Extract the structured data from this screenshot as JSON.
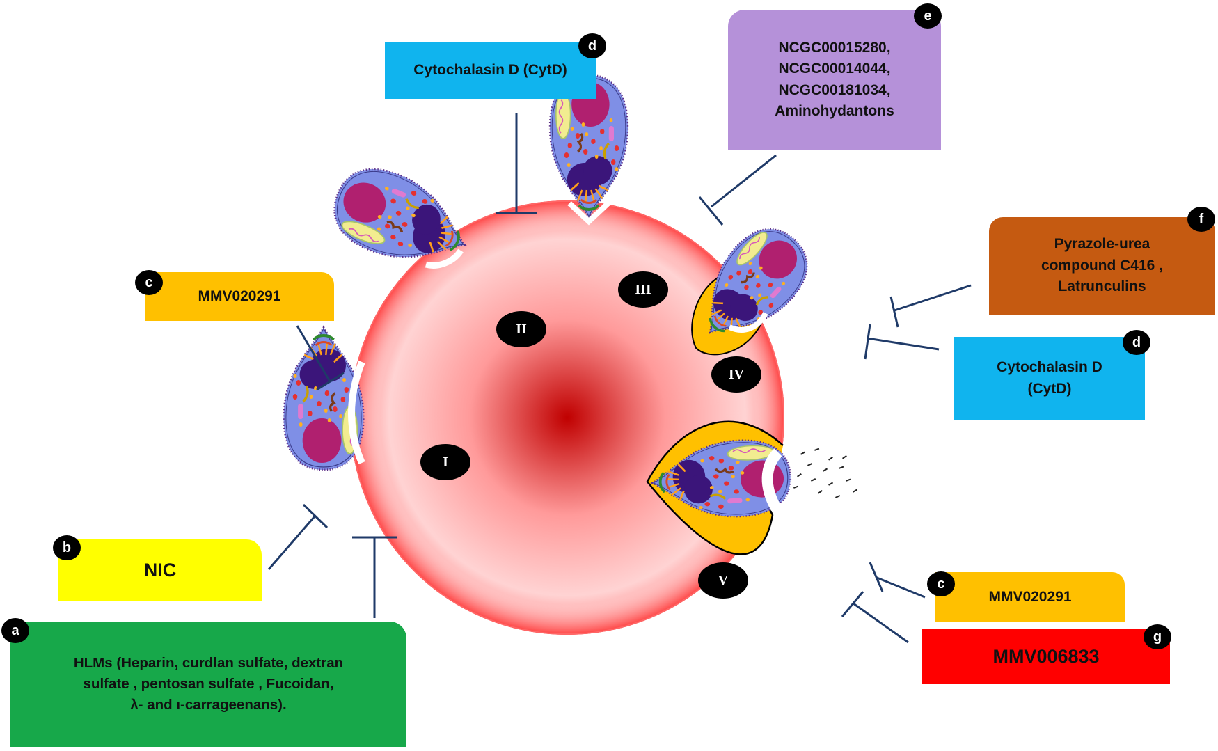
{
  "colors": {
    "green": "#17a84a",
    "yellow": "#ffff00",
    "orange": "#ffc000",
    "blue": "#10b4ee",
    "purple": "#b591d9",
    "brown": "#c55a11",
    "red": "#ff0000",
    "rbc_center": "#c00000",
    "rbc_edge": "#ffc9c9",
    "inhibitor_line": "#1f3a68"
  },
  "boxes": {
    "a": {
      "badge": "a",
      "lines": [
        "HLMs (Heparin, curdlan sulfate, dextran",
        "sulfate , pentosan sulfate , Fucoidan,",
        "λ- and ι-carrageenans)."
      ]
    },
    "b": {
      "badge": "b",
      "lines": [
        "NIC"
      ]
    },
    "c1": {
      "badge": "c",
      "lines": [
        "MMV020291"
      ]
    },
    "d1": {
      "badge": "d",
      "lines": [
        "Cytochalasin D (CytD)"
      ]
    },
    "e": {
      "badge": "e",
      "lines": [
        "NCGC00015280,",
        "NCGC00014044,",
        "NCGC00181034,",
        "Aminohydantons"
      ]
    },
    "f": {
      "badge": "f",
      "lines": [
        "Pyrazole-urea",
        "compound C416 ,",
        "Latrunculins"
      ]
    },
    "d2": {
      "badge": "d",
      "lines": [
        "Cytochalasin D",
        "(CytD)"
      ]
    },
    "c2": {
      "badge": "c",
      "lines": [
        "MMV020291"
      ]
    },
    "g": {
      "badge": "g",
      "lines": [
        "MMV006833"
      ]
    }
  },
  "stages": [
    "I",
    "II",
    "III",
    "IV",
    "V"
  ],
  "icons": [
    "red-blood-cell-icon",
    "merozoite-icon",
    "parasitophorous-vacuole-icon",
    "inhibitor-line-icon"
  ]
}
